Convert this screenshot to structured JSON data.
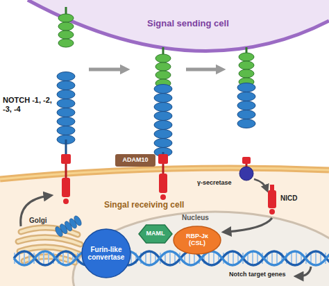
{
  "diagram": {
    "nodes": [
      {
        "text": [
          "Signal sending cell"
        ]
      },
      {
        "text": [
          "Singal receiving cell"
        ]
      },
      {
        "text": [
          "ADAM10"
        ]
      },
      {
        "text": [
          "Furin-like convertase"
        ],
        "in": 1
      },
      {
        "text": [
          "Nucleus"
        ],
        "in": 1
      },
      {
        "text": [
          "MAML"
        ],
        "in": 4
      },
      {
        "text": [
          "RBP-Jκ (CSL)"
        ],
        "in": 4
      }
    ],
    "labels": [
      "NOTCH -1, -2, -3, -4",
      "γ-secretase",
      "Golgi",
      "NICD",
      "Notch target genes"
    ]
  }
}
